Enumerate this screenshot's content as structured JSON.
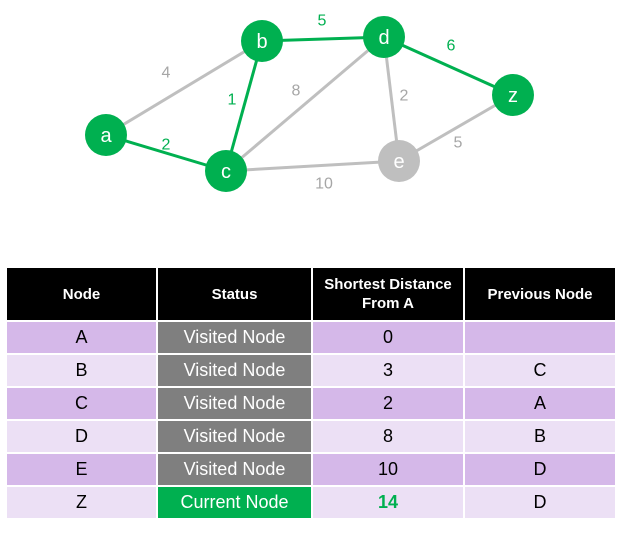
{
  "colors": {
    "active": "#00b050",
    "inactive": "#bfbfbf",
    "inactive_label": "#a6a6a6",
    "header_bg": "#000000",
    "row_dark": "#d5b8e9",
    "row_light": "#ece0f5",
    "status_visited": "#7f7f7f",
    "status_current": "#00b050"
  },
  "graph": {
    "nodes": [
      {
        "id": "a",
        "label": "a",
        "state": "active"
      },
      {
        "id": "b",
        "label": "b",
        "state": "active"
      },
      {
        "id": "c",
        "label": "c",
        "state": "active"
      },
      {
        "id": "d",
        "label": "d",
        "state": "active"
      },
      {
        "id": "e",
        "label": "e",
        "state": "inactive"
      },
      {
        "id": "z",
        "label": "z",
        "state": "active"
      }
    ],
    "edges": [
      {
        "from": "a",
        "to": "b",
        "weight": "4",
        "state": "inactive"
      },
      {
        "from": "a",
        "to": "c",
        "weight": "2",
        "state": "active"
      },
      {
        "from": "b",
        "to": "c",
        "weight": "1",
        "state": "active"
      },
      {
        "from": "b",
        "to": "d",
        "weight": "5",
        "state": "active"
      },
      {
        "from": "c",
        "to": "d",
        "weight": "8",
        "state": "inactive"
      },
      {
        "from": "d",
        "to": "e",
        "weight": "2",
        "state": "inactive"
      },
      {
        "from": "d",
        "to": "z",
        "weight": "6",
        "state": "active"
      },
      {
        "from": "c",
        "to": "e",
        "weight": "10",
        "state": "inactive"
      },
      {
        "from": "e",
        "to": "z",
        "weight": "5",
        "state": "inactive"
      }
    ]
  },
  "table": {
    "headers": [
      "Node",
      "Status",
      "Shortest Distance From A",
      "Previous Node"
    ],
    "rows": [
      {
        "node": "A",
        "status": "Visited Node",
        "distance": "0",
        "previous": "",
        "current": false
      },
      {
        "node": "B",
        "status": "Visited Node",
        "distance": "3",
        "previous": "C",
        "current": false
      },
      {
        "node": "C",
        "status": "Visited Node",
        "distance": "2",
        "previous": "A",
        "current": false
      },
      {
        "node": "D",
        "status": "Visited Node",
        "distance": "8",
        "previous": "B",
        "current": false
      },
      {
        "node": "E",
        "status": "Visited Node",
        "distance": "10",
        "previous": "D",
        "current": false
      },
      {
        "node": "Z",
        "status": "Current Node",
        "distance": "14",
        "previous": "D",
        "current": true
      }
    ]
  }
}
